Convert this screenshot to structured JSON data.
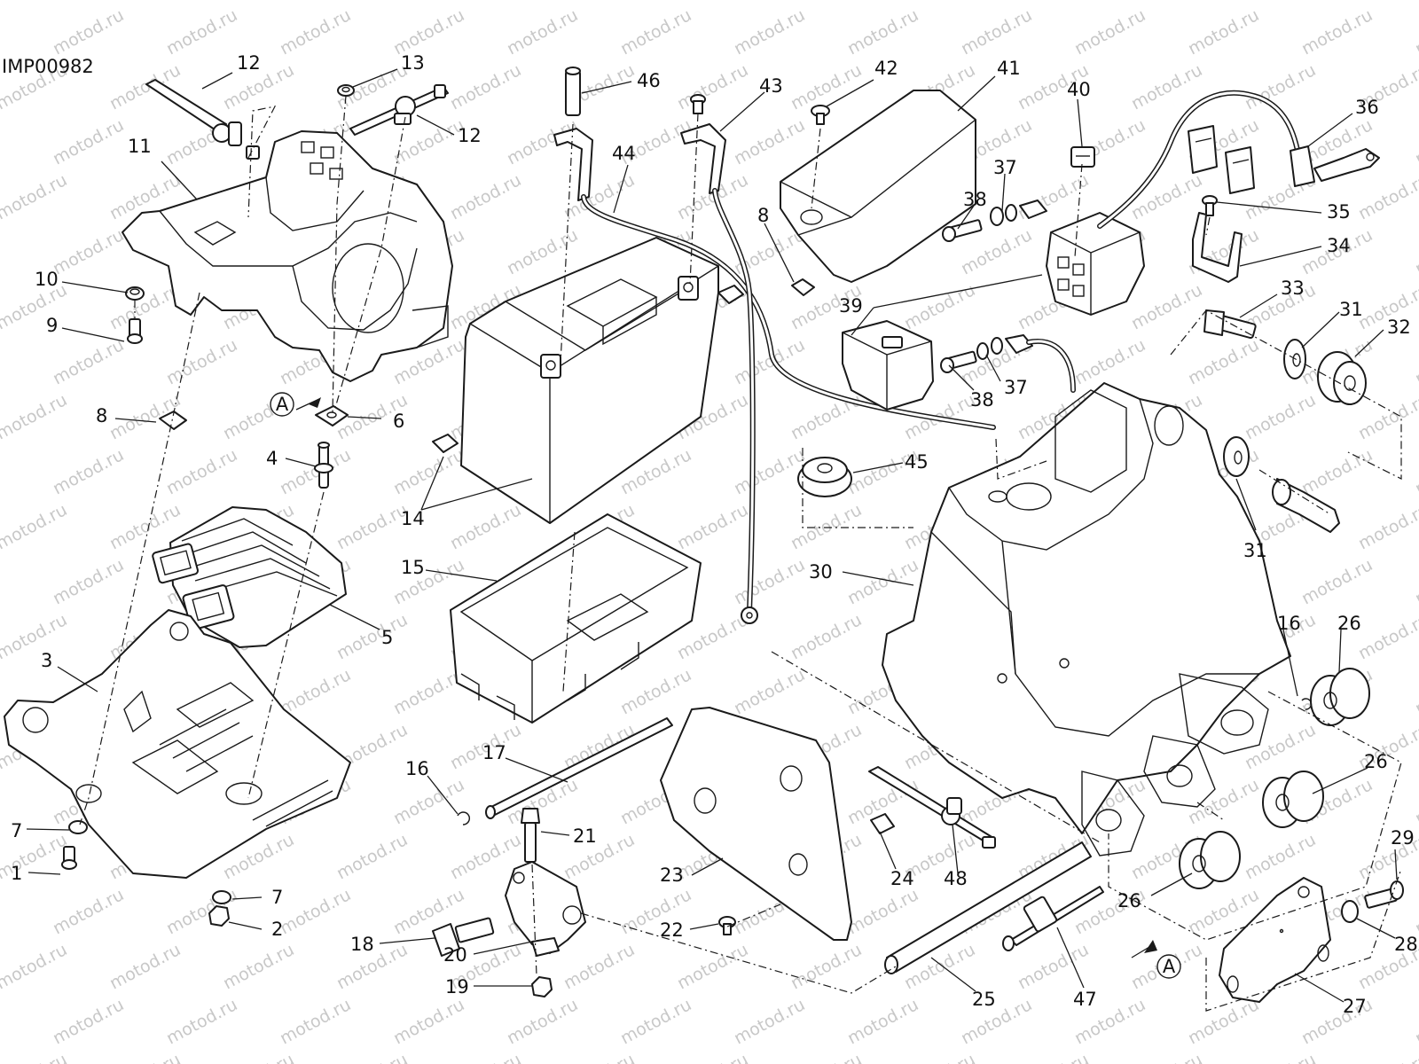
{
  "drawing_code": "IMP00982",
  "watermark_text": "motod.ru",
  "view_reference": "A",
  "callouts": [
    "1",
    "2",
    "3",
    "4",
    "5",
    "6",
    "7",
    "8",
    "9",
    "10",
    "11",
    "12",
    "13",
    "14",
    "15",
    "16",
    "17",
    "18",
    "19",
    "20",
    "21",
    "22",
    "23",
    "24",
    "25",
    "26",
    "27",
    "28",
    "29",
    "30",
    "31",
    "32",
    "33",
    "34",
    "35",
    "36",
    "37",
    "38",
    "39",
    "40",
    "41",
    "42",
    "43",
    "44",
    "45",
    "46",
    "47",
    "48"
  ],
  "colors": {
    "line": "#1a1a1a",
    "watermark": "#c8c8c8",
    "background": "#ffffff"
  }
}
